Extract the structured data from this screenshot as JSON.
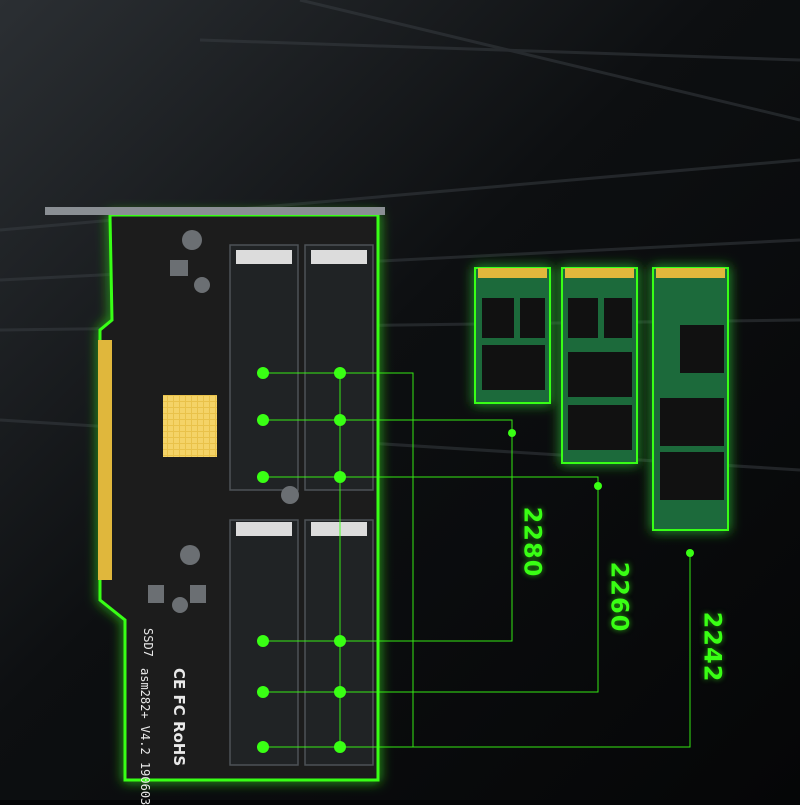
{
  "photo": {
    "background_color": "#050607",
    "accent_glow": "#39ff14",
    "pcb_color": "#1a1c1d",
    "ssd_pcb_color": "#1f6b3a"
  },
  "card": {
    "silkscreen": {
      "model_line": "asm282+ V4.2 190603",
      "ssd_text": "SSD7",
      "cert_marks": "CE FC RoHS"
    }
  },
  "lengths": [
    "2280",
    "2260",
    "2242"
  ]
}
